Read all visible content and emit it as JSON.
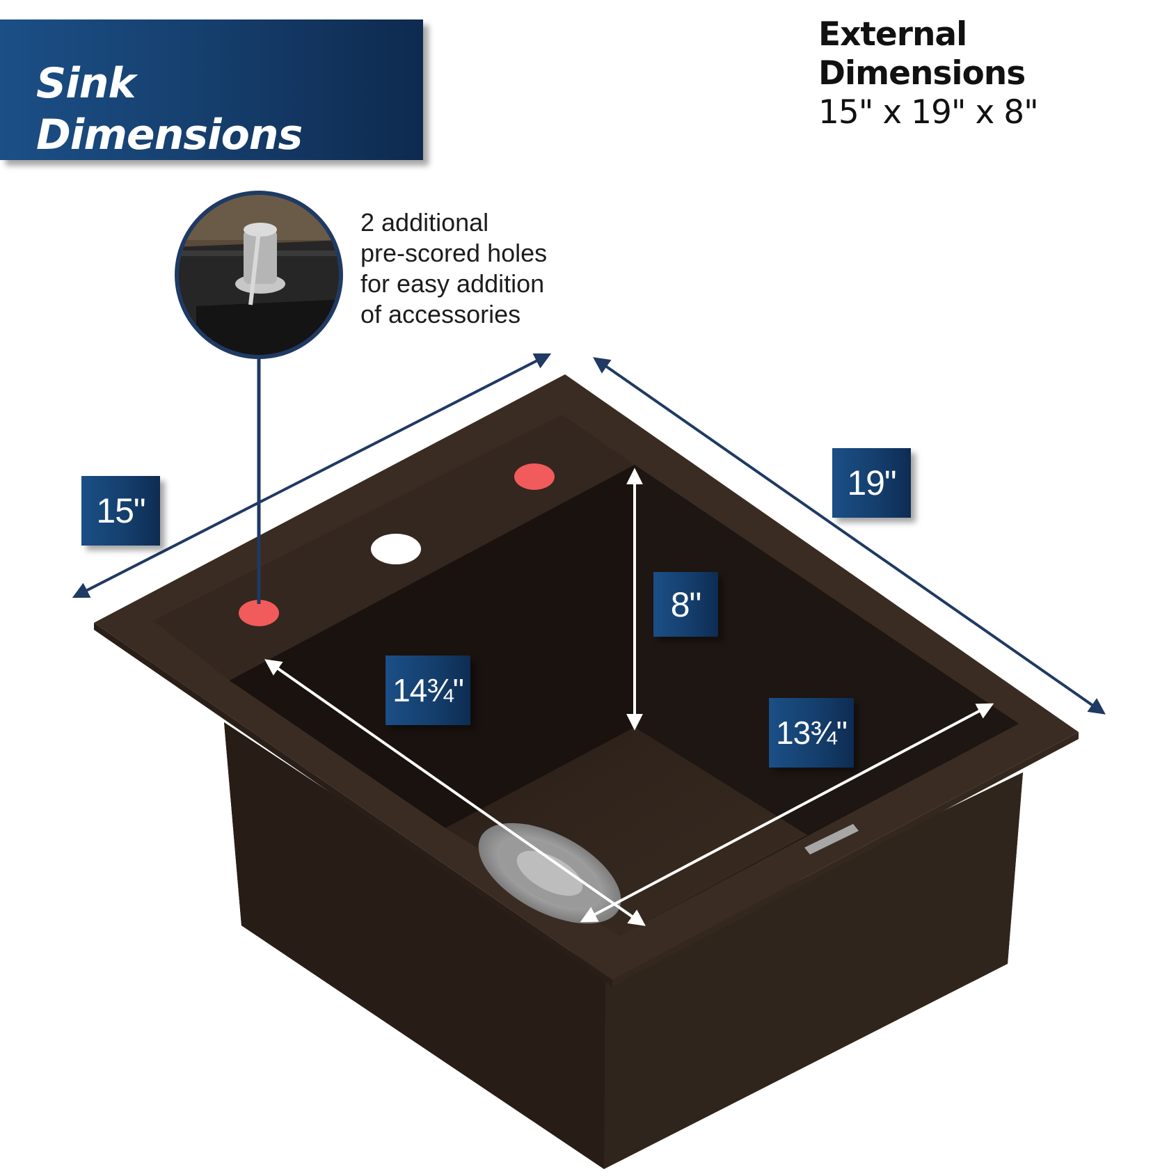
{
  "title": {
    "line1": "Sink",
    "line2": "Dimensions"
  },
  "external": {
    "heading": "External Dimensions",
    "value": "15\" x 19\" x 8\""
  },
  "callout": {
    "line1": "2 additional",
    "line2": "pre-scored holes",
    "line3": "for easy addition",
    "line4": "of accessories"
  },
  "dimensions": {
    "width": "15\"",
    "length": "19\"",
    "depth": "8\"",
    "inner_length": "14¾\"",
    "inner_width": "13¾\""
  },
  "colors": {
    "badge_blue": "#174a80",
    "sink_body": "#2e231b",
    "accent_dot": "#f25b5b",
    "arrow_navy": "#1f3a63"
  }
}
